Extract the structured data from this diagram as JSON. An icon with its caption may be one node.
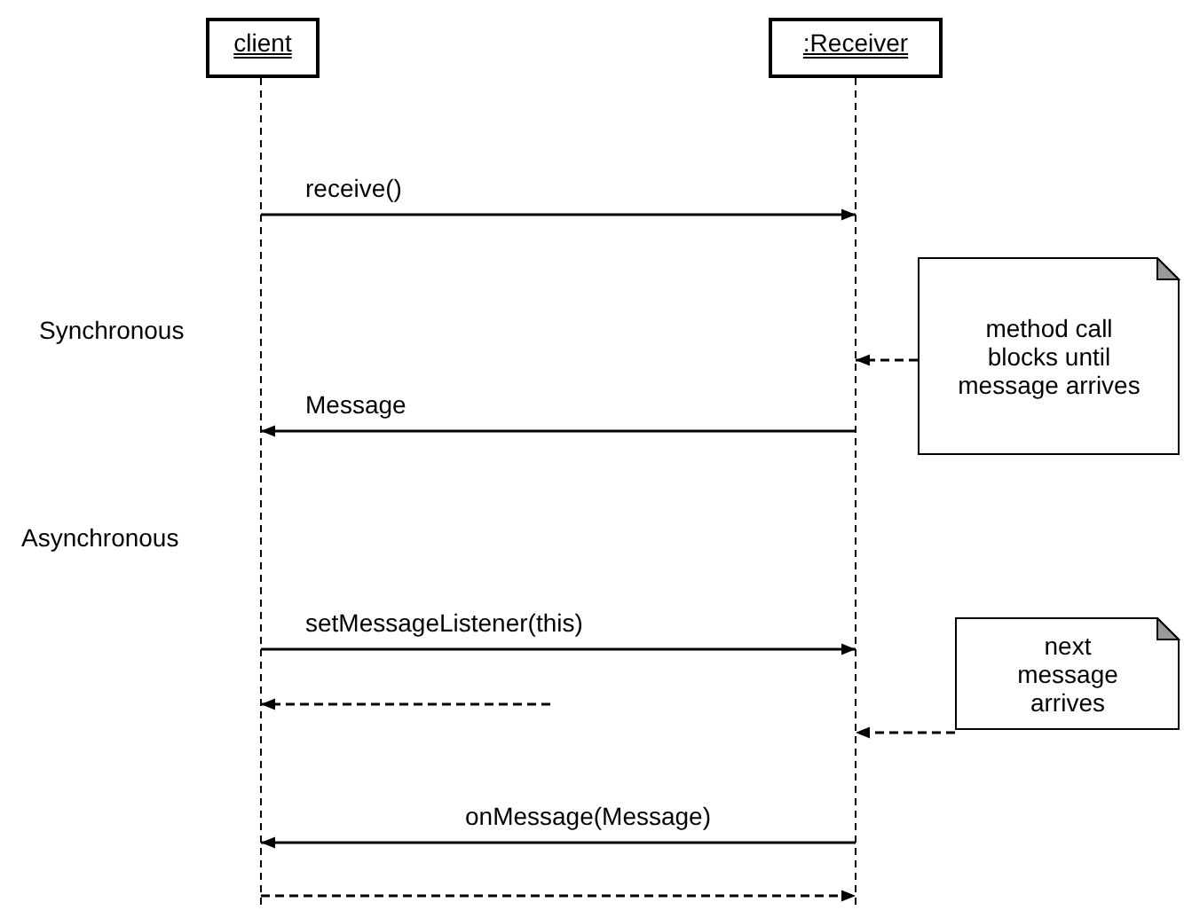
{
  "diagram": {
    "nodes": [
      {
        "text": [
          "client"
        ]
      },
      {
        "text": [
          ":Receiver"
        ]
      },
      {
        "text": [],
        "shape": "line"
      },
      {
        "text": [],
        "shape": "line"
      },
      {
        "text": [
          "method call blocks until message arrives"
        ]
      },
      {
        "text": [
          "next message arrives"
        ]
      }
    ],
    "edges": [
      {
        "from": 2,
        "to": 3,
        "arrow": "to",
        "label": "receive()"
      },
      {
        "from": 4,
        "to": 3,
        "arrow": "to",
        "style": "dashed"
      },
      {
        "from": 3,
        "to": 2,
        "arrow": "to",
        "label": "Message"
      },
      {
        "from": 2,
        "to": 3,
        "arrow": "to",
        "label": "setMessageListener(this)"
      },
      {
        "from": null,
        "to": 2,
        "arrow": "to",
        "style": "dashed"
      },
      {
        "from": 5,
        "to": 3,
        "arrow": "to",
        "style": "dashed"
      },
      {
        "from": 3,
        "to": 2,
        "arrow": "to",
        "label": "onMessage(Message)"
      },
      {
        "from": 2,
        "to": 3,
        "arrow": "to",
        "style": "dashed"
      }
    ],
    "labels": [
      "Synchronous",
      "Asynchronous"
    ]
  }
}
